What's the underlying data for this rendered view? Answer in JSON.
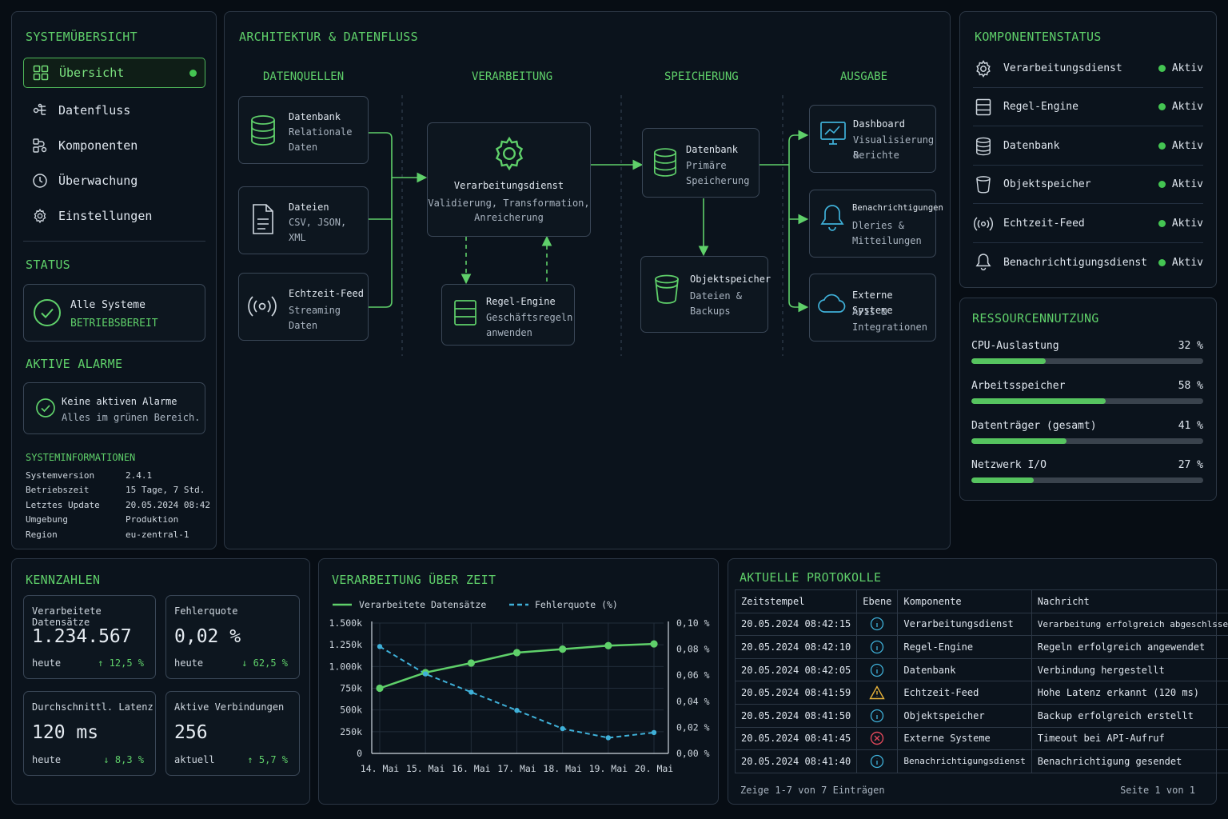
{
  "sidebar": {
    "title": "SYSTEMÜBERSICHT",
    "nav": [
      {
        "label": "Übersicht",
        "icon": "grid-icon",
        "active": true
      },
      {
        "label": "Datenfluss",
        "icon": "flow-icon"
      },
      {
        "label": "Komponenten",
        "icon": "components-icon"
      },
      {
        "label": "Überwachung",
        "icon": "clock-icon"
      },
      {
        "label": "Einstellungen",
        "icon": "gear-icon"
      }
    ],
    "status_title": "STATUS",
    "status_line1": "Alle Systeme",
    "status_line2": "BETRIEBSBEREIT",
    "alarms_title": "AKTIVE ALARME",
    "alarms_line1": "Keine aktiven Alarme",
    "alarms_line2": "Alles im grünen Bereich.",
    "sysinfo_title": "SYSTEMINFORMATIONEN",
    "sysinfo": [
      {
        "key": "Systemversion",
        "value": "2.4.1"
      },
      {
        "key": "Betriebszeit",
        "value": "15 Tage, 7 Std."
      },
      {
        "key": "Letztes Update",
        "value": "20.05.2024 08:42"
      },
      {
        "key": "Umgebung",
        "value": "Produktion"
      },
      {
        "key": "Region",
        "value": "eu-zentral-1"
      }
    ]
  },
  "arch": {
    "title": "ARCHITEKTUR & DATENFLUSS",
    "col_sources": "DATENQUELLEN",
    "col_processing": "VERARBEITUNG",
    "col_storage": "SPEICHERUNG",
    "col_output": "AUSGABE",
    "src_db": {
      "title": "Datenbank",
      "l1": "Relationale",
      "l2": "Daten"
    },
    "src_files": {
      "title": "Dateien",
      "l1": "CSV, JSON,",
      "l2": "XML"
    },
    "src_feed": {
      "title": "Echtzeit-Feed",
      "l1": "Streaming",
      "l2": "Daten"
    },
    "proc": {
      "title": "Verarbeitungsdienst",
      "l1": "Validierung, Transformation,",
      "l2": "Anreicherung"
    },
    "rules": {
      "title": "Regel-Engine",
      "l1": "Geschäftsregeln",
      "l2": "anwenden"
    },
    "store_db": {
      "title": "Datenbank",
      "l1": "Primäre",
      "l2": "Speicherung"
    },
    "store_obj": {
      "title": "Objektspeicher",
      "l1": "Dateien &",
      "l2": "Backups"
    },
    "out_dash": {
      "title": "Dashboard",
      "l1": "Visualisierung &",
      "l2": "Berichte"
    },
    "out_notif": {
      "title": "Benachrichtigungen",
      "l1": "Dleries &",
      "l2": "Mitteilungen"
    },
    "out_ext": {
      "title": "Externe Systeme",
      "l1": "APIs &",
      "l2": "Integrationen"
    }
  },
  "components": {
    "title": "KOMPONENTENSTATUS",
    "items": [
      {
        "name": "Verarbeitungsdienst",
        "status": "Aktiv",
        "icon": "gear-icon"
      },
      {
        "name": "Regel-Engine",
        "status": "Aktiv",
        "icon": "rules-icon"
      },
      {
        "name": "Datenbank",
        "status": "Aktiv",
        "icon": "database-icon"
      },
      {
        "name": "Objektspeicher",
        "status": "Aktiv",
        "icon": "bucket-icon"
      },
      {
        "name": "Echtzeit-Feed",
        "status": "Aktiv",
        "icon": "broadcast-icon"
      },
      {
        "name": "Benachrichtigungsdienst",
        "status": "Aktiv",
        "icon": "bell-icon"
      }
    ]
  },
  "resources": {
    "title": "RESSOURCENNUTZUNG",
    "items": [
      {
        "label": "CPU-Auslastung",
        "value_text": "32 %",
        "percent": 32
      },
      {
        "label": "Arbeitsspeicher",
        "value_text": "58 %",
        "percent": 58
      },
      {
        "label": "Datenträger (gesamt)",
        "value_text": "41 %",
        "percent": 41
      },
      {
        "label": "Netzwerk I/O",
        "value_text": "27 %",
        "percent": 27
      }
    ]
  },
  "kpis": {
    "title": "KENNZAHLEN",
    "items": [
      {
        "label": "Verarbeitete Datensätze",
        "value": "1.234.567",
        "sub": "heute",
        "trend": "↑ 12,5 %"
      },
      {
        "label": "Fehlerquote",
        "value": "0,02 %",
        "sub": "heute",
        "trend": "↓ 62,5 %"
      },
      {
        "label": "Durchschnittl. Latenz",
        "value": "120 ms",
        "sub": "heute",
        "trend": "↓ 8,3 %"
      },
      {
        "label": "Aktive Verbindungen",
        "value": "256",
        "sub": "aktuell",
        "trend": "↑ 5,7 %"
      }
    ]
  },
  "chart_title": "VERARBEITUNG ÜBER ZEIT",
  "chart_data": {
    "type": "line",
    "categories": [
      "14. Mai",
      "15. Mai",
      "16. Mai",
      "17. Mai",
      "18. Mai",
      "19. Mai",
      "20. Mai"
    ],
    "series": [
      {
        "name": "Verarbeitete Datensätze",
        "axis": "left",
        "color": "#5fd06a",
        "values": [
          750000,
          930000,
          1040000,
          1160000,
          1200000,
          1240000,
          1260000
        ]
      },
      {
        "name": "Fehlerquote (%)",
        "axis": "right",
        "color": "#3fb0d8",
        "values": [
          0.082,
          0.061,
          0.047,
          0.033,
          0.019,
          0.012,
          0.016
        ]
      }
    ],
    "left_ticks": [
      "1.500k",
      "1.250k",
      "1.000k",
      "750k",
      "500k",
      "250k",
      "0"
    ],
    "right_ticks": [
      "0,10 %",
      "0,08 %",
      "0,06 %",
      "0,04 %",
      "0,02 %",
      "0,00 %"
    ],
    "ylim_left": [
      0,
      1500000
    ],
    "ylim_right": [
      0,
      0.1
    ],
    "grid": true,
    "legend": "top-left"
  },
  "logs": {
    "title": "AKTUELLE PROTOKOLLE",
    "headers": [
      "Zeitstempel",
      "Ebene",
      "Komponente",
      "Nachricht"
    ],
    "rows": [
      {
        "ts": "20.05.2024 08:42:15",
        "level": "info",
        "comp": "Verarbeitungsdienst",
        "msg": "Verarbeitung erfolgreich abgeschlsseen"
      },
      {
        "ts": "20.05.2024 08:42:10",
        "level": "info",
        "comp": "Regel-Engine",
        "msg": "Regeln erfolgreich angewendet"
      },
      {
        "ts": "20.05.2024 08:42:05",
        "level": "info",
        "comp": "Datenbank",
        "msg": "Verbindung hergestellt"
      },
      {
        "ts": "20.05.2024 08:41:59",
        "level": "warning",
        "comp": "Echtzeit-Feed",
        "msg": "Hohe Latenz erkannt (120 ms)"
      },
      {
        "ts": "20.05.2024 08:41:50",
        "level": "info",
        "comp": "Objektspeicher",
        "msg": "Backup erfolgreich erstellt"
      },
      {
        "ts": "20.05.2024 08:41:45",
        "level": "error",
        "comp": "Externe Systeme",
        "msg": "Timeout bei API-Aufruf"
      },
      {
        "ts": "20.05.2024 08:41:40",
        "level": "info",
        "comp": "Benachrichtigungsdienst",
        "msg": "Benachrichtigung gesendet"
      }
    ],
    "footer_left": "Zeige 1-7 von 7 Einträgen",
    "footer_right": "Seite 1 von 1"
  }
}
